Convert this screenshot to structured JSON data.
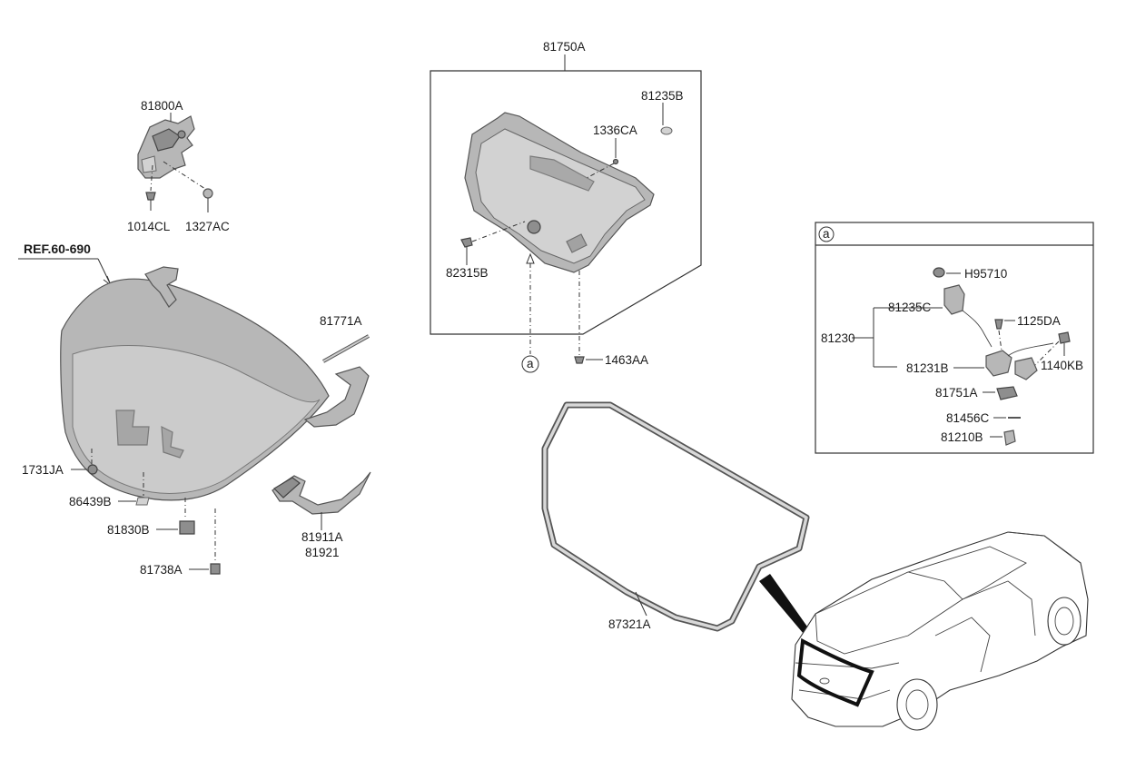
{
  "ref_label": "REF.60-690",
  "parts": {
    "p81800A": "81800A",
    "p1014CL": "1014CL",
    "p1327AC": "1327AC",
    "p81750A": "81750A",
    "p81235B": "81235B",
    "p1336CA": "1336CA",
    "p82315B": "82315B",
    "p1463AA": "1463AA",
    "p81771A": "81771A",
    "p1731JA": "1731JA",
    "p86439B": "86439B",
    "p81830B": "81830B",
    "p81738A": "81738A",
    "p81911A": "81911A",
    "p81921": "81921",
    "p87321A": "87321A",
    "pH95710": "H95710",
    "p81235C": "81235C",
    "p81230": "81230",
    "p1125DA": "1125DA",
    "p81231B": "81231B",
    "p1140KB": "1140KB",
    "p81751A": "81751A",
    "p81456C": "81456C",
    "p81210B": "81210B"
  },
  "callouts": {
    "a_main": "a",
    "a_detail": "a"
  }
}
